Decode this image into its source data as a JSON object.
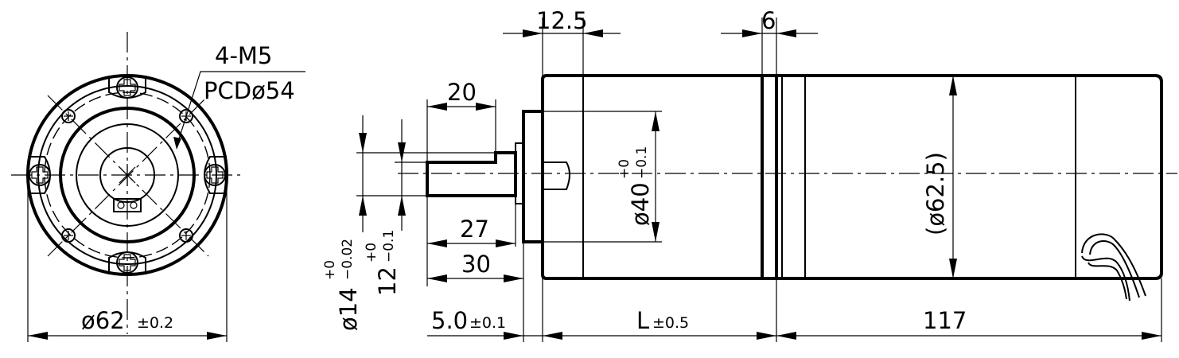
{
  "front_view": {
    "thread_label": "4-M5",
    "pcd_label": "PCDø54",
    "diameter_label": "ø62",
    "diameter_tol": "±0.2"
  },
  "side_view": {
    "dim_shaft_length": "20",
    "dim_27": "27",
    "dim_30": "30",
    "dim_12_5": "12.5",
    "dim_6": "6",
    "dim_pilot": "5.0",
    "dim_pilot_tol": "±0.1",
    "dim_L": "L",
    "dim_L_tol": "±0.5",
    "dim_117": "117",
    "dim_body_dia": "(ø62.5)",
    "dim_boss": "ø40",
    "dim_boss_tol_upper": "+0",
    "dim_boss_tol_lower": "−0.1",
    "dim_shaft_dia": "ø14",
    "dim_shaft_tol_upper": "+0",
    "dim_shaft_tol_lower": "−0.02",
    "dim_flat": "12",
    "dim_flat_tol_upper": "+0",
    "dim_flat_tol_lower": "−0.1"
  }
}
